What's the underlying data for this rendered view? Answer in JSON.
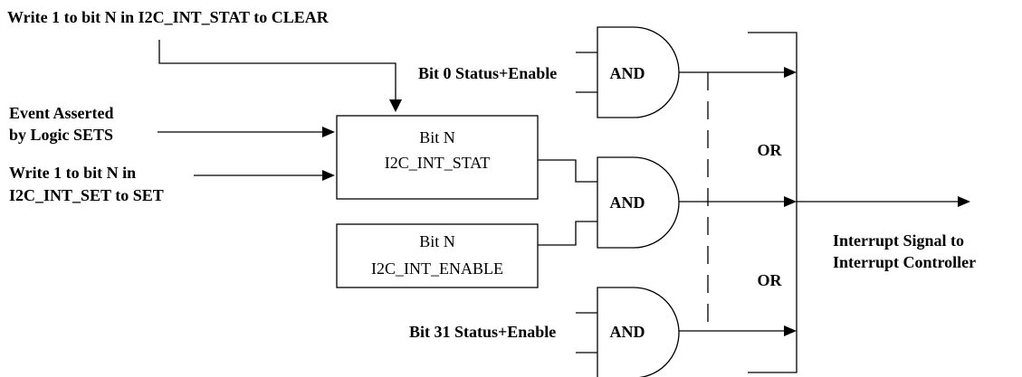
{
  "labels": {
    "clear_instruction": "Write 1 to bit N in I2C_INT_STAT to CLEAR",
    "event_line1": "Event Asserted",
    "event_line2": "by Logic SETS",
    "set_line1": "Write 1 to bit N in",
    "set_line2": "I2C_INT_SET to SET",
    "bit0_status": "Bit 0 Status+Enable",
    "bit31_status": "Bit 31 Status+Enable",
    "output_line1": "Interrupt Signal to",
    "output_line2": "Interrupt Controller"
  },
  "registers": {
    "stat_line1": "Bit N",
    "stat_line2": "I2C_INT_STAT",
    "enable_line1": "Bit N",
    "enable_line2": "I2C_INT_ENABLE"
  },
  "gates": {
    "and_top": "AND",
    "and_mid": "AND",
    "and_bot": "AND",
    "or_upper": "OR",
    "or_lower": "OR"
  }
}
